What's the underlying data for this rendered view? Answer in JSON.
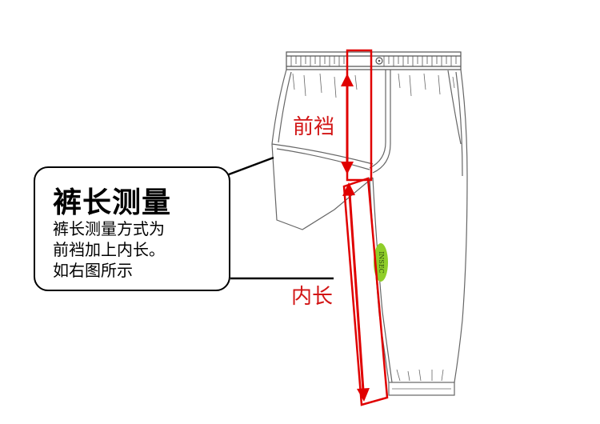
{
  "callout": {
    "title": "裤长测量",
    "lines": [
      "裤长测量方式为",
      "前裆加上内长。",
      "如右图所示"
    ]
  },
  "labels": {
    "front_rise": "前裆",
    "inseam": "内长"
  },
  "badge": {
    "text": "INSEC"
  },
  "colors": {
    "annotation_red": "#e00000",
    "label_red": "#d21515",
    "badge_green": "#8fce2a",
    "outline": "#555555"
  }
}
